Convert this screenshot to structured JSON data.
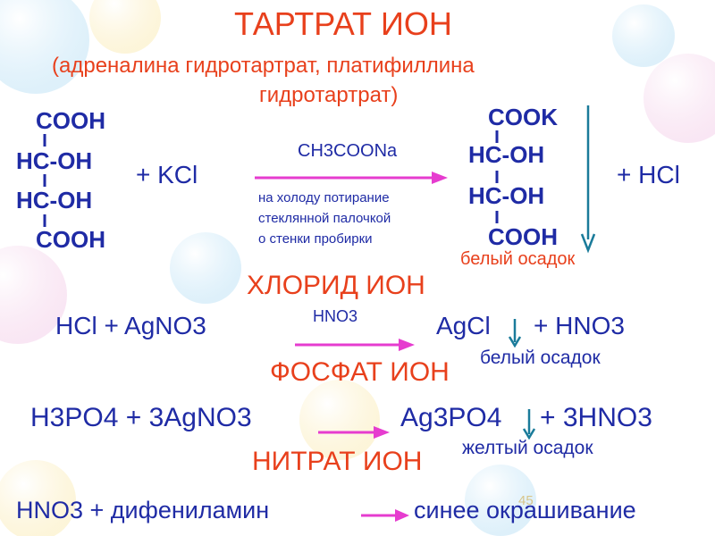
{
  "titles": {
    "tartrate": "ТАРТРАТ ИОН",
    "subtitle_line1": "(адреналина гидротартрат, платифиллина",
    "subtitle_line2": "гидротартрат)",
    "chloride": "ХЛОРИД ИОН",
    "phosphate": "ФОСФАТ ИОН",
    "nitrate": "НИТРАТ ИОН"
  },
  "tartrate_reaction": {
    "reactant_lines": [
      "COOH",
      "HC-OH",
      "HC-OH",
      "COOH"
    ],
    "plus_reagent": "+ KCl",
    "catalyst": "CH3COONa",
    "condition_lines": [
      "на холоду потирание",
      "стеклянной палочкой",
      "о стенки пробирки"
    ],
    "product_lines": [
      "COOK",
      "HC-OH",
      "HC-OH",
      "COOH"
    ],
    "plus_product": "+ HCl",
    "precipitate": "белый осадок"
  },
  "chloride_reaction": {
    "reactants": "HCl + AgNO3",
    "catalyst": "HNO3",
    "product": "AgCl",
    "plus_product": "+ HNO3",
    "precipitate": "белый осадок"
  },
  "phosphate_reaction": {
    "reactants": "H3PO4 + 3AgNO3",
    "product": "Ag3PO4",
    "plus_product": "+ 3HNO3",
    "precipitate": "желтый осадок"
  },
  "nitrate_reaction": {
    "reactants": "HNO3 + дифениламин",
    "product": "синее окрашивание"
  },
  "slide_number": "45",
  "colors": {
    "title_red": "#e8401c",
    "formula_blue": "#1f2ba5",
    "arrow_magenta": "#e63ccf",
    "arrow_teal": "#1a7b9a"
  }
}
